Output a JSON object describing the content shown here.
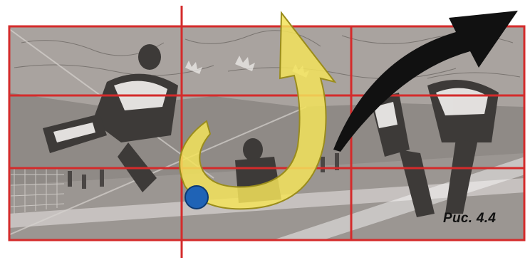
{
  "figure": {
    "caption": "Рис. 4.4"
  },
  "illustration": {
    "subject": "football-action-scene",
    "overlay": "rule-of-thirds-grid",
    "colors": {
      "grid": "#d42b2b",
      "yellow_arrow": "#f3e35a",
      "yellow_outline": "#9a8c1c",
      "black_arrow": "#111111",
      "ball": "#1f63b6",
      "photo_tone": "#8f8a86"
    }
  }
}
